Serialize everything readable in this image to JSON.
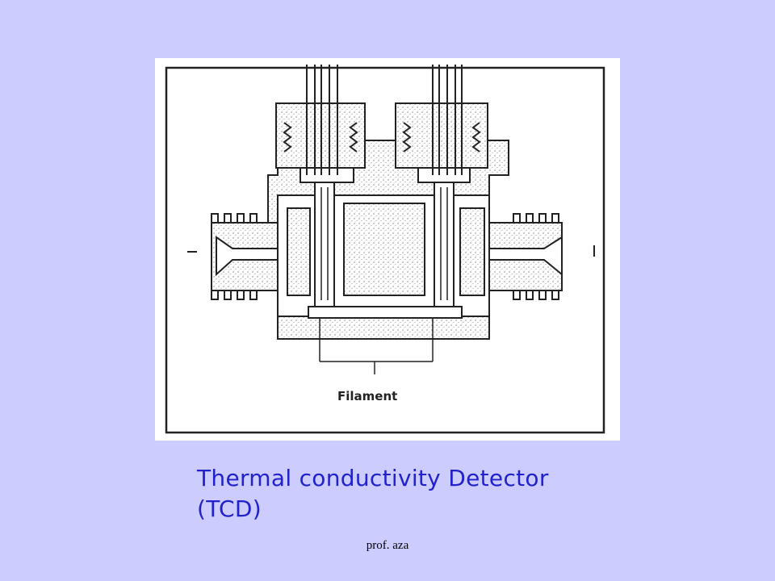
{
  "diagram": {
    "filament_label": "Filament"
  },
  "caption": {
    "line1": "Thermal conductivity Detector",
    "line2": "(TCD)"
  },
  "footer": {
    "text": "prof. aza"
  }
}
